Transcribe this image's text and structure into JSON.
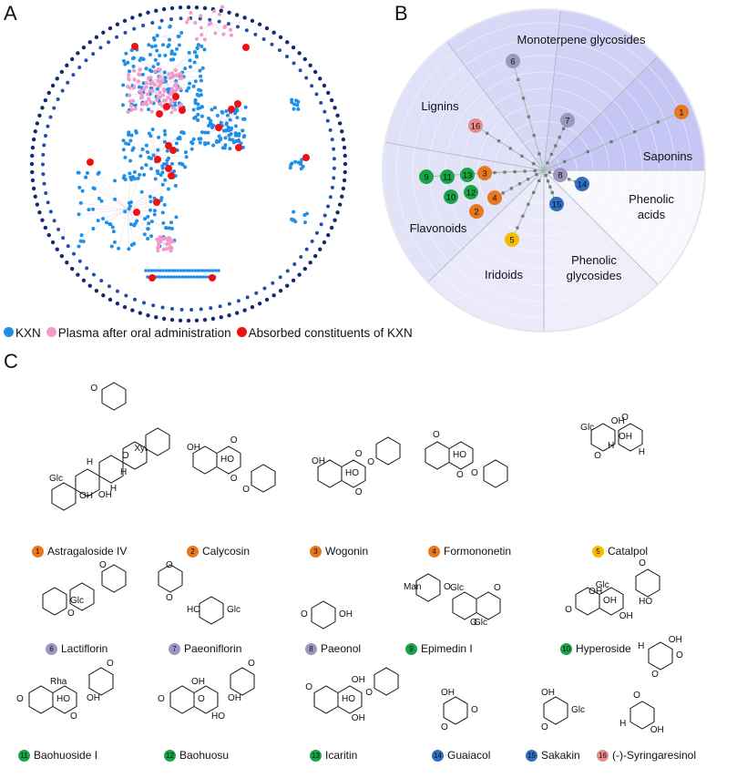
{
  "panels": {
    "a": "A",
    "b": "B",
    "c": "C"
  },
  "legend": [
    {
      "label": "KXN",
      "color": "#1e90e8"
    },
    {
      "label": "Plasma after oral administration",
      "color": "#f29ac8"
    },
    {
      "label": "Absorbed constituents of KXN",
      "color": "#ee1111"
    }
  ],
  "network_colors": {
    "outer_ring": "#142a6e",
    "inner_ring": "#1f4fa8",
    "kxn": "#1e90e8",
    "plasma": "#f29ac8",
    "absorbed": "#ee1111"
  },
  "polar": {
    "categories": [
      "Saponins",
      "Monoterpene glycosides",
      "Lignins",
      "Flavonoids",
      "Iridoids",
      "Phenolic glycosides",
      "Phenolic acids"
    ],
    "compound_categories": {
      "1": "Saponins",
      "6": "Monoterpene glycosides",
      "7": "Monoterpene glycosides",
      "8": "Phenolic acids",
      "16": "Lignins",
      "2": "Flavonoids",
      "3": "Flavonoids",
      "4": "Flavonoids",
      "9": "Flavonoids",
      "10": "Flavonoids",
      "11": "Flavonoids",
      "12": "Flavonoids",
      "13": "Flavonoids",
      "5": "Iridoids",
      "14": "Phenolic acids",
      "15": "Phenolic glycosides"
    }
  },
  "badge_colors": {
    "orange": "#e8781e",
    "yellow": "#f6bd00",
    "lavender": "#9b97bf",
    "green": "#18a548",
    "blue": "#2f6fc0",
    "pink": "#e98a8c"
  },
  "compounds": [
    {
      "num": "1",
      "name": "Astragaloside IV",
      "color": "orange",
      "subs": [
        "OH",
        "OH",
        "H",
        "H",
        "Xyl",
        "O",
        "Glc",
        "H",
        "O"
      ]
    },
    {
      "num": "2",
      "name": "Calycosin",
      "color": "orange",
      "subs": [
        "HO",
        "O",
        "O",
        "OH",
        "O"
      ]
    },
    {
      "num": "3",
      "name": "Wogonin",
      "color": "orange",
      "subs": [
        "HO",
        "O",
        "O",
        "OH",
        "O"
      ]
    },
    {
      "num": "4",
      "name": "Formononetin",
      "color": "orange",
      "subs": [
        "HO",
        "O",
        "O",
        "O"
      ]
    },
    {
      "num": "5",
      "name": "Catalpol",
      "color": "yellow",
      "subs": [
        "OH",
        "H",
        "O",
        "H",
        "Glc",
        "O",
        "OH"
      ]
    },
    {
      "num": "6",
      "name": "Lactiflorin",
      "color": "lavender",
      "subs": [
        "Glc",
        "O",
        "O"
      ]
    },
    {
      "num": "7",
      "name": "Paeoniflorin",
      "color": "lavender",
      "subs": [
        "Glc",
        "O",
        "HO",
        "O"
      ]
    },
    {
      "num": "8",
      "name": "Paeonol",
      "color": "lavender",
      "subs": [
        "OH",
        "O"
      ]
    },
    {
      "num": "9",
      "name": "Epimedin I",
      "color": "green",
      "subs": [
        "O",
        "O",
        "Glc",
        "Man",
        "Glc",
        "O"
      ]
    },
    {
      "num": "10",
      "name": "Hyperoside",
      "color": "green",
      "subs": [
        "OH",
        "OH",
        "HO",
        "O",
        "OH",
        "O",
        "Glc"
      ]
    },
    {
      "num": "11",
      "name": "Baohuoside I",
      "color": "green",
      "subs": [
        "HO",
        "O",
        "OH",
        "O",
        "Rha",
        "O"
      ]
    },
    {
      "num": "12",
      "name": "Baohuosu",
      "color": "green",
      "subs": [
        "O",
        "HO",
        "OH",
        "O",
        "OH",
        "O"
      ]
    },
    {
      "num": "13",
      "name": "Icaritin",
      "color": "green",
      "subs": [
        "HO",
        "OH",
        "O",
        "O",
        "OH"
      ]
    },
    {
      "num": "14",
      "name": "Guaiacol",
      "color": "blue",
      "subs": [
        "O",
        "O",
        "OH"
      ]
    },
    {
      "num": "15",
      "name": "Sakakin",
      "color": "blue",
      "subs": [
        "Glc",
        "O",
        "OH"
      ]
    },
    {
      "num": "16",
      "name": "(-)-Syringaresinol",
      "color": "pink",
      "subs": [
        "O",
        "OH",
        "O",
        "H",
        "H",
        "O",
        "OH"
      ]
    }
  ]
}
